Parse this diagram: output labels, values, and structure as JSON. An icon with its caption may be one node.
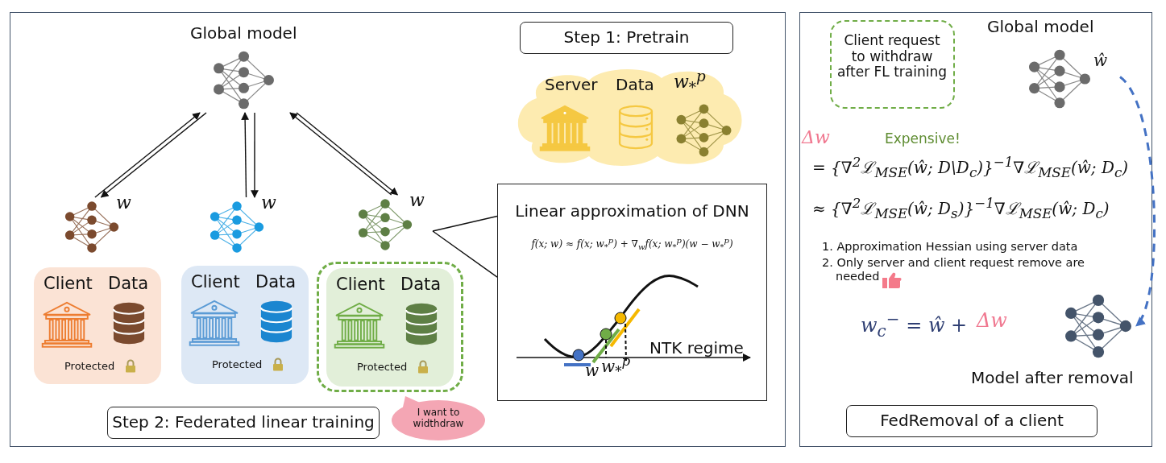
{
  "diagram": {
    "nodes": [
      {
        "text": [
          "Global model"
        ]
      },
      {
        "text": [
          "w"
        ]
      },
      {
        "text": [
          "w"
        ]
      },
      {
        "text": [
          "w"
        ]
      },
      {
        "text": [
          "Client",
          "Data",
          "Protected"
        ]
      },
      {
        "text": [
          "Client",
          "Data",
          "Protected"
        ]
      },
      {
        "text": [],
        "shape": "box"
      },
      {
        "text": [
          "Client",
          "Data",
          "Protected"
        ],
        "in": 6
      },
      {
        "text": [
          "I want to widthdraw"
        ]
      },
      {
        "text": [
          "Step 2: Federated linear training"
        ]
      },
      {
        "text": [
          "Step 1: Pretrain"
        ]
      },
      {
        "text": [
          "Server",
          "Data",
          "w$_{*}$$^{p}$"
        ]
      },
      {
        "text": [
          "Linear approximation of DNN",
          "f(x; w) ≈ f(x; w$_{*}$$^{p}$) + ∇$_{w}$f(x; w$_{*}$$^{p}$)(w − w$_{*}$$^{p}$)",
          "NTK regime",
          "w",
          "w$_{*}$$^{p}$"
        ]
      },
      {
        "text": [
          "Client request to withdraw after FL training"
        ]
      },
      {
        "text": [
          "Global model",
          "ŵ"
        ]
      },
      {
        "text": [
          "Model after removal"
        ]
      },
      {
        "text": [
          "FedRemoval of a client"
        ]
      }
    ],
    "edges": [
      {
        "from": 1,
        "to": 0,
        "arrow": "to"
      },
      {
        "from": 0,
        "to": 1,
        "arrow": "to"
      },
      {
        "from": 2,
        "to": 0,
        "arrow": "to"
      },
      {
        "from": 0,
        "to": 2,
        "arrow": "to"
      },
      {
        "from": 3,
        "to": 0,
        "arrow": "to"
      },
      {
        "from": 0,
        "to": 3,
        "arrow": "to"
      },
      {
        "from": 3,
        "to": 12,
        "arrow": "none"
      },
      {
        "from": 14,
        "to": 15,
        "arrow": "to",
        "style": "dashed",
        "color": "#4472c4"
      }
    ],
    "labels": [
      "Δw",
      "Expensive!",
      "= {∇$^{2}$ℒ$_{MSE}$(ŵ; D\\D$_{c}$)}$^{−1}$∇ℒ$_{MSE}$(ŵ; D$_{c}$)",
      "≈ {∇$^{2}$ℒ$_{MSE}$(ŵ; D$_{s}$)}$^{−1}$∇ℒ$_{MSE}$(ŵ; D$_{c}$)",
      "1. Approximation Hessian using server data",
      "2. Only server and client request remove are needed",
      "w$_{c}$$^{−}$ = ŵ +",
      "Δw"
    ]
  }
}
